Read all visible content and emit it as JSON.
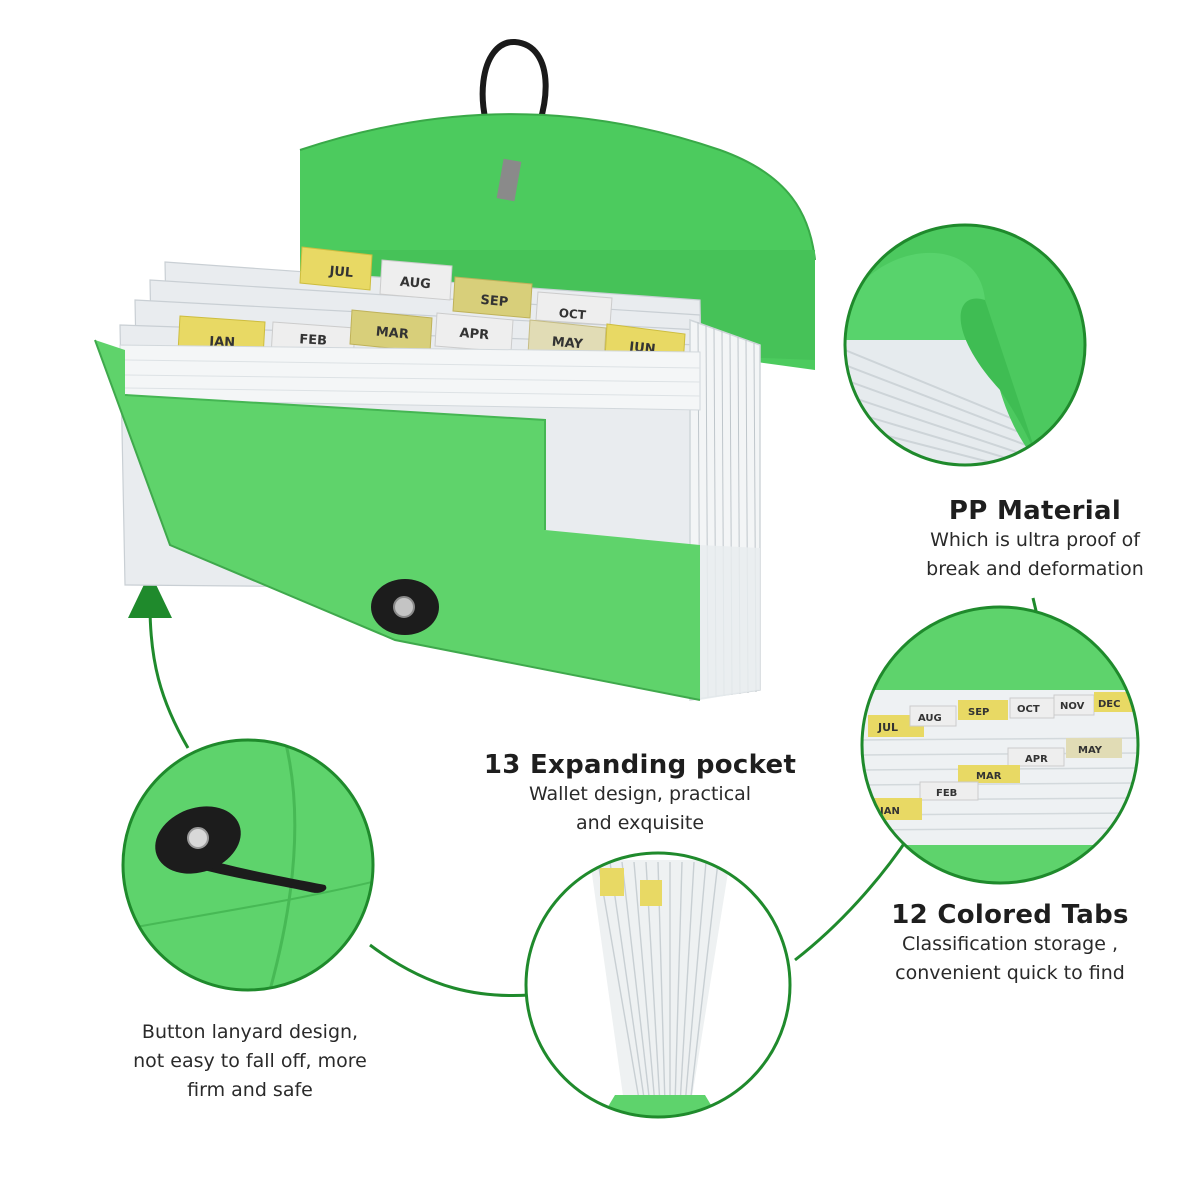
{
  "colors": {
    "folder_green": "#5fd36b",
    "folder_green_dark": "#3fb24c",
    "accent_line": "#1f8a2c",
    "tab_yellow": "#e8d964",
    "tab_white": "#eeeeee"
  },
  "month_tabs": {
    "jan": "JAN",
    "feb": "FEB",
    "mar": "MAR",
    "apr": "APR",
    "may": "MAY",
    "jun": "JUN",
    "jul": "JUL",
    "aug": "AUG",
    "sep": "SEP",
    "oct": "OCT"
  },
  "tabs_zoom": {
    "jul": "JUL",
    "aug": "AUG",
    "sep": "SEP",
    "oct": "OCT",
    "nov": "NOV",
    "dec": "DEC",
    "jan": "JAN",
    "feb": "FEB",
    "mar": "MAR",
    "apr": "APR",
    "may": "MAY"
  },
  "features": {
    "pp_material": {
      "title": "PP Material",
      "line1": "Which is ultra proof of",
      "line2": "break and deformation"
    },
    "expanding": {
      "title": "13 Expanding pocket",
      "line1": "Wallet design, practical",
      "line2": "and exquisite"
    },
    "tabs": {
      "title": "12 Colored Tabs",
      "line1": "Classification storage ,",
      "line2": "convenient quick to find"
    },
    "button": {
      "line1": "Button lanyard design,",
      "line2": "not easy to fall off, more",
      "line3": "firm and safe"
    }
  }
}
